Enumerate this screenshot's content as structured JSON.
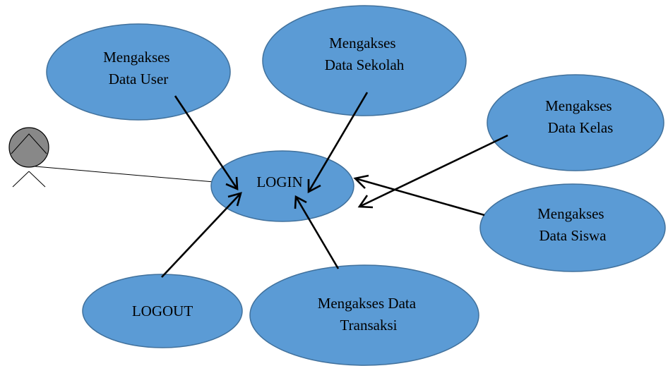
{
  "colors": {
    "usecase_fill": "#5b9bd5",
    "usecase_stroke": "#41719c",
    "actor_head_fill": "#888888",
    "line": "#000000"
  },
  "actor": {
    "name": "",
    "icon": "stick-figure-actor"
  },
  "usecases": {
    "login": {
      "lines": [
        "LOGIN"
      ]
    },
    "data_user": {
      "lines": [
        "Mengakses",
        "Data User"
      ]
    },
    "data_sekolah": {
      "lines": [
        "Mengakses",
        "Data Sekolah"
      ]
    },
    "data_kelas": {
      "lines": [
        "Mengakses",
        "Data Kelas"
      ]
    },
    "data_siswa": {
      "lines": [
        "Mengakses",
        "Data Siswa"
      ]
    },
    "logout": {
      "lines": [
        "LOGOUT"
      ]
    },
    "data_transaksi": {
      "lines": [
        "Mengakses Data",
        "Transaksi"
      ]
    }
  },
  "connections": [
    {
      "from": "data_user",
      "to": "login",
      "arrow": "open"
    },
    {
      "from": "data_sekolah",
      "to": "login",
      "arrow": "open"
    },
    {
      "from": "data_kelas",
      "to": "login",
      "arrow": "open"
    },
    {
      "from": "data_siswa",
      "to": "login",
      "arrow": "open"
    },
    {
      "from": "logout",
      "to": "login",
      "arrow": "open"
    },
    {
      "from": "data_transaksi",
      "to": "login",
      "arrow": "open"
    },
    {
      "from": "actor",
      "to": "login",
      "arrow": "none"
    }
  ]
}
